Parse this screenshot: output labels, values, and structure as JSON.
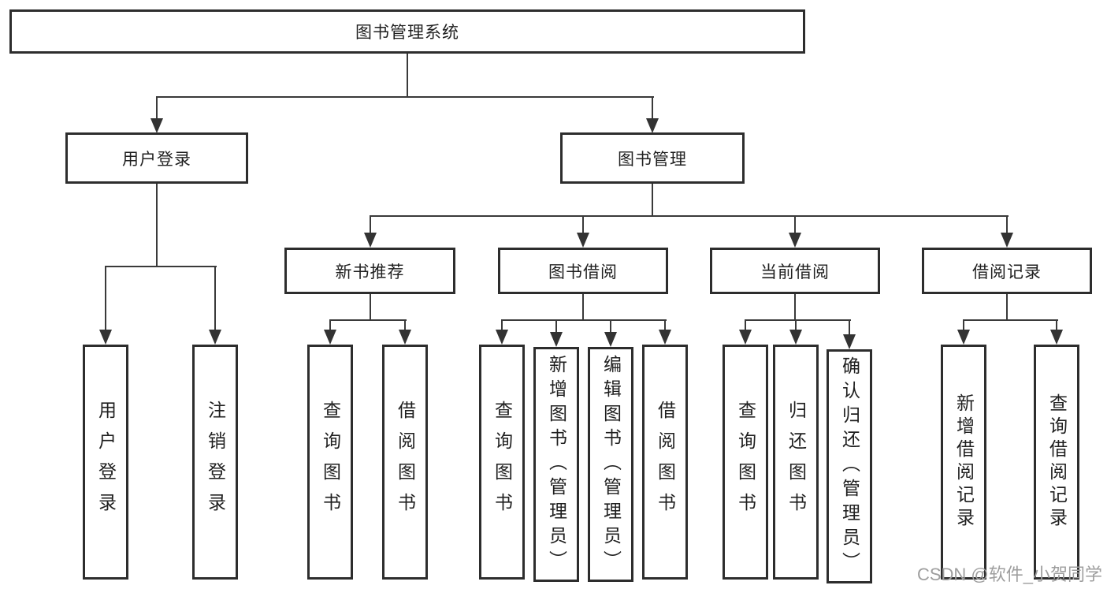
{
  "tree": {
    "root": {
      "label": "图书管理系统"
    },
    "user_login": {
      "label": "用户登录",
      "leaves": [
        {
          "label": "用户登录"
        },
        {
          "label": "注销登录"
        }
      ]
    },
    "book_management": {
      "label": "图书管理",
      "groups": [
        {
          "label": "新书推荐",
          "leaves": [
            {
              "label": "查询图书"
            },
            {
              "label": "借阅图书"
            }
          ]
        },
        {
          "label": "图书借阅",
          "leaves": [
            {
              "label": "查询图书"
            },
            {
              "label": "新增图书（管理员）"
            },
            {
              "label": "编辑图书（管理员）"
            },
            {
              "label": "借阅图书"
            }
          ]
        },
        {
          "label": "当前借阅",
          "leaves": [
            {
              "label": "查询图书"
            },
            {
              "label": "归还图书"
            },
            {
              "label": "确认归还（管理员）"
            }
          ]
        },
        {
          "label": "借阅记录",
          "leaves": [
            {
              "label": "新增借阅记录"
            },
            {
              "label": "查询借阅记录"
            }
          ]
        }
      ]
    }
  },
  "watermark": {
    "text": "CSDN @软件_小贺同学"
  },
  "colors": {
    "line": "#3a3a3a",
    "box_border": "#2d2d2d",
    "text": "#1f1f1f",
    "watermark": "#9e9e9e",
    "background": "#ffffff"
  }
}
